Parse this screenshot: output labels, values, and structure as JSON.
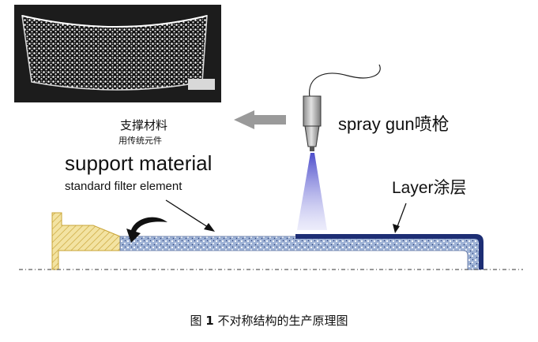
{
  "labels": {
    "support_cn": "支撑材料",
    "support_cn_sub": "用传统元件",
    "support_en": "support material",
    "support_en_sub": "standard filter element",
    "spray_gun": "spray gun喷枪",
    "layer": "Layer涂层"
  },
  "caption": {
    "prefix": "图",
    "number": "1",
    "text": "不对称结构的生产原理图"
  },
  "colors": {
    "support": "#9fb3d6",
    "coating": "#1d2e74",
    "hatch_fill": "#f3e3a2",
    "hatch_line": "#c9a437",
    "spray": "#6a6ad0",
    "arrow_gray": "#9a9a9a"
  }
}
